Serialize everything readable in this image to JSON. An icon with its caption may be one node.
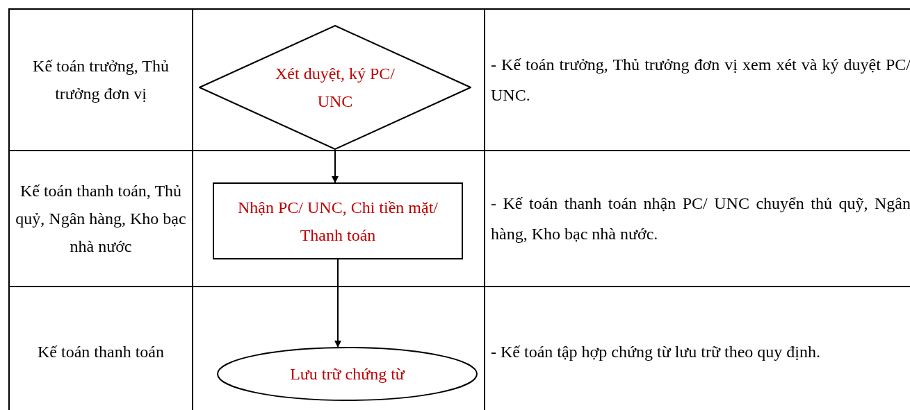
{
  "diagram": {
    "nodes": [
      {
        "text": [
          "Xét duyệt, ký PC/ UNC"
        ]
      },
      {
        "text": [
          "Nhận PC/ UNC, Chi tiền mặt/ Thanh toán"
        ]
      },
      {
        "text": [
          "Lưu trữ chứng từ"
        ]
      }
    ],
    "edges": [
      {
        "from": 0,
        "to": 1,
        "arrow": "to"
      },
      {
        "from": 1,
        "to": 2,
        "arrow": "to"
      }
    ],
    "labels": [
      "Kế toán trưởng, Thủ trưởng đơn vị",
      "- Kế toán trưởng, Thủ trưởng đơn vị xem xét và ký duyệt PC/ UNC.",
      "Kế toán thanh toán, Thủ quỷ, Ngân hàng, Kho bạc nhà nước",
      "- Kế toán thanh toán nhận PC/ UNC chuyển thủ quỹ, Ngân hàng, Kho bạc nhà nước.",
      "Kế toán thanh toán",
      "- Kế toán tập hợp chứng từ lưu trữ theo quy định."
    ]
  }
}
